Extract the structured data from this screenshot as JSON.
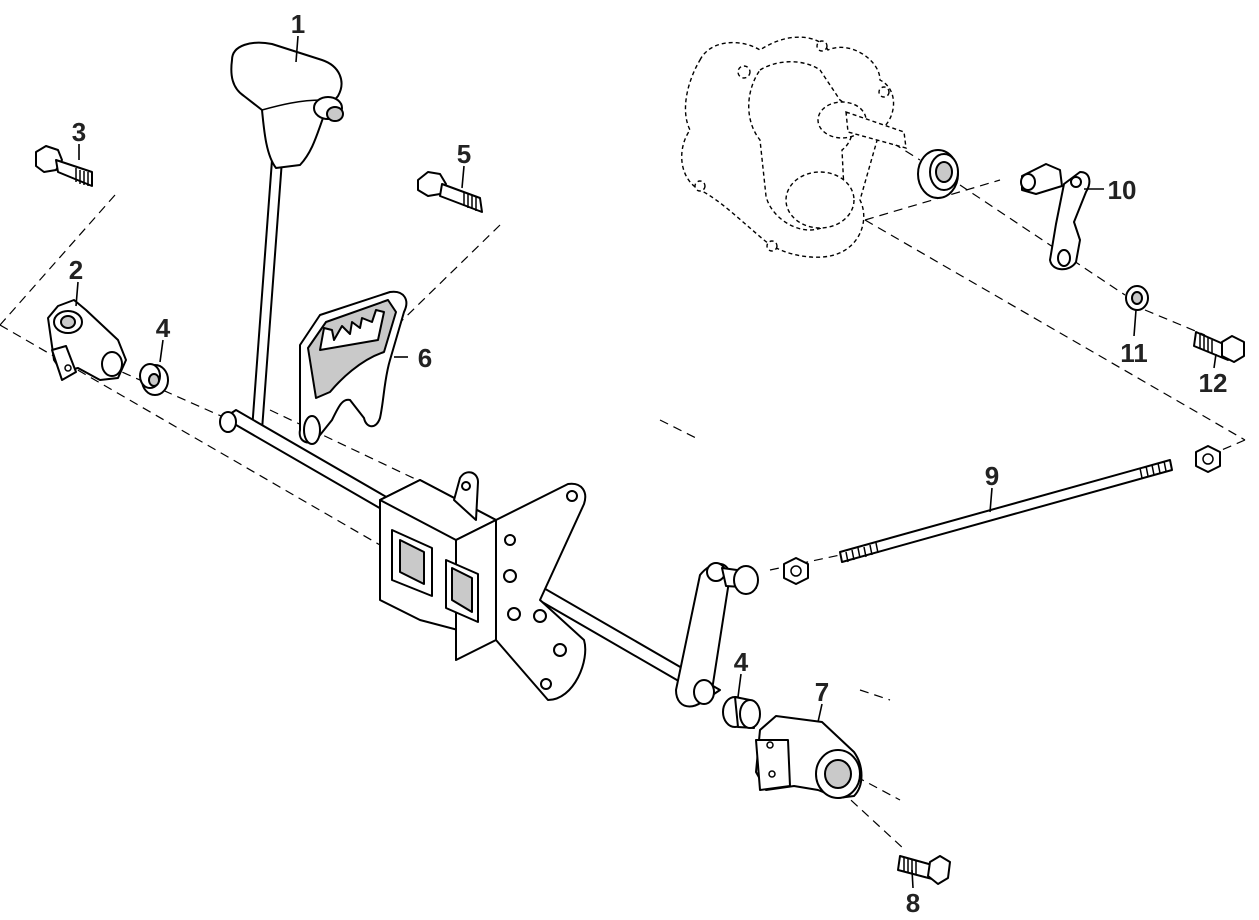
{
  "diagram": {
    "callouts": [
      {
        "id": "c1",
        "label": "1"
      },
      {
        "id": "c2",
        "label": "2"
      },
      {
        "id": "c3",
        "label": "3"
      },
      {
        "id": "c4a",
        "label": "4"
      },
      {
        "id": "c4b",
        "label": "4"
      },
      {
        "id": "c5",
        "label": "5"
      },
      {
        "id": "c6",
        "label": "6"
      },
      {
        "id": "c7",
        "label": "7"
      },
      {
        "id": "c8",
        "label": "8"
      },
      {
        "id": "c9",
        "label": "9"
      },
      {
        "id": "c10",
        "label": "10"
      },
      {
        "id": "c11",
        "label": "11"
      },
      {
        "id": "c12",
        "label": "12"
      }
    ]
  },
  "colors": {
    "line": "#000000",
    "shade": "#c9c9c9",
    "text": "#222222",
    "background": "#ffffff"
  }
}
